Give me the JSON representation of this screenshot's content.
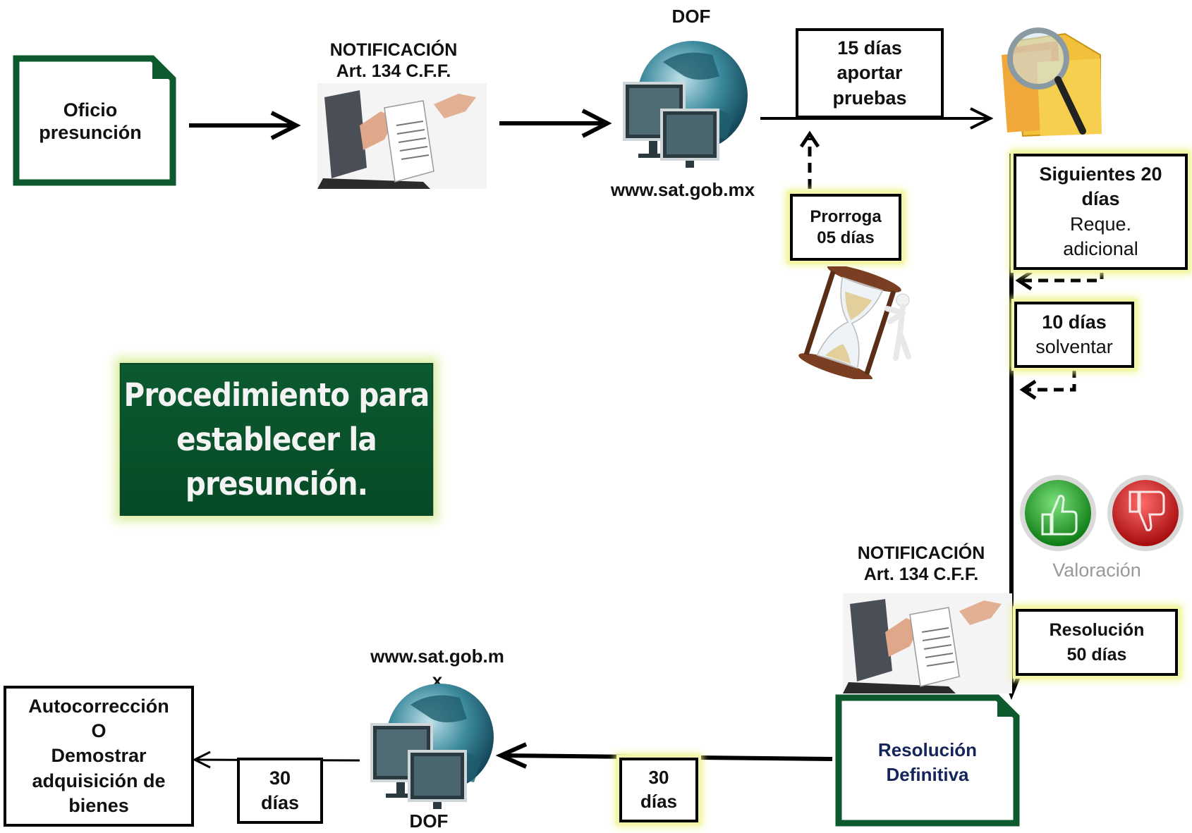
{
  "doc": {
    "oficio": "Oficio\npresunción",
    "notificacion_1": "NOTIFICACIÓN\nArt. 134 C.F.F.",
    "dof_top": "DOF",
    "url_top": "www.sat.gob.mx",
    "pruebas": "15 días\naportar\npruebas",
    "prorroga": "Prorroga\n05 días",
    "siguientes_head": "Siguientes 20\ndías",
    "siguientes_sub": "Reque.\nadicional",
    "diez_head": "10 días",
    "diez_sub": "solventar",
    "title": "Procedimiento para\nestablecer la\npresunción.",
    "valoracion": "Valoración",
    "notificacion_2": "NOTIFICACIÓN\nArt. 134 C.F.F.",
    "resolucion_50": "Resolución\n50 días",
    "resolucion_def": "Resolución\nDefinitiva",
    "dias30_right": "30\ndías",
    "url_bottom": "www.sat.gob.m\nx",
    "dof_bottom": "DOF",
    "dias30_left": "30\ndías",
    "autocorreccion": "Autocorrección\nO\nDemostrar\nadquisición de\nbienes"
  },
  "colors": {
    "dark_green": "#0d5a2e",
    "title_bg": "#064a25",
    "glow": "#eef58f",
    "navy_text": "#15255a",
    "thumb_up": "#2a9a2a",
    "thumb_down": "#c51a1a",
    "valoracion_text": "#999999"
  },
  "icons": [
    "document-icon",
    "handover-document-icon",
    "globe-computers-icon",
    "folder-magnifier-icon",
    "hourglass-icon",
    "thumbs-up-icon",
    "thumbs-down-icon"
  ]
}
